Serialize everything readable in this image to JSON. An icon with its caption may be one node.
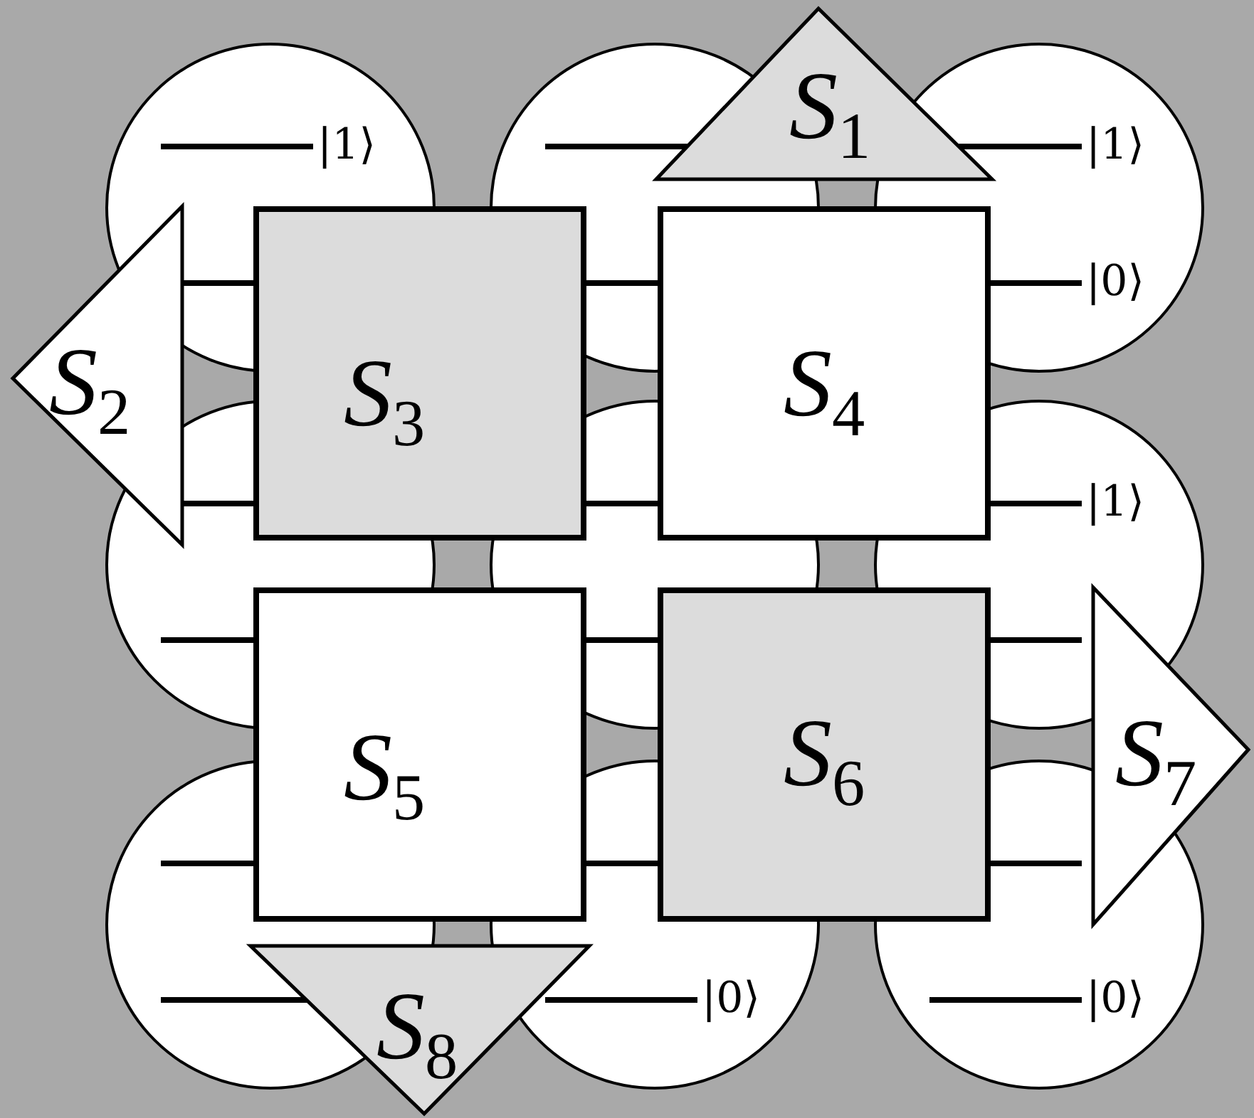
{
  "diagram": {
    "nodes": [
      {
        "text": [
          "*S*$_{1}$"
        ]
      },
      {
        "text": [
          "*S*$_{2}$"
        ]
      },
      {
        "text": [
          "*S*$_{3}$"
        ]
      },
      {
        "text": [
          "*S*$_{4}$"
        ]
      },
      {
        "text": [
          "*S*$_{5}$"
        ]
      },
      {
        "text": [
          "*S*$_{6}$"
        ]
      },
      {
        "text": [
          "*S*$_{7}$"
        ]
      },
      {
        "text": [
          "*S*$_{8}$"
        ]
      }
    ],
    "labels": [
      "|1⟩",
      "|1⟩",
      "|0⟩",
      "|1⟩",
      "|0⟩",
      "|0⟩"
    ]
  }
}
